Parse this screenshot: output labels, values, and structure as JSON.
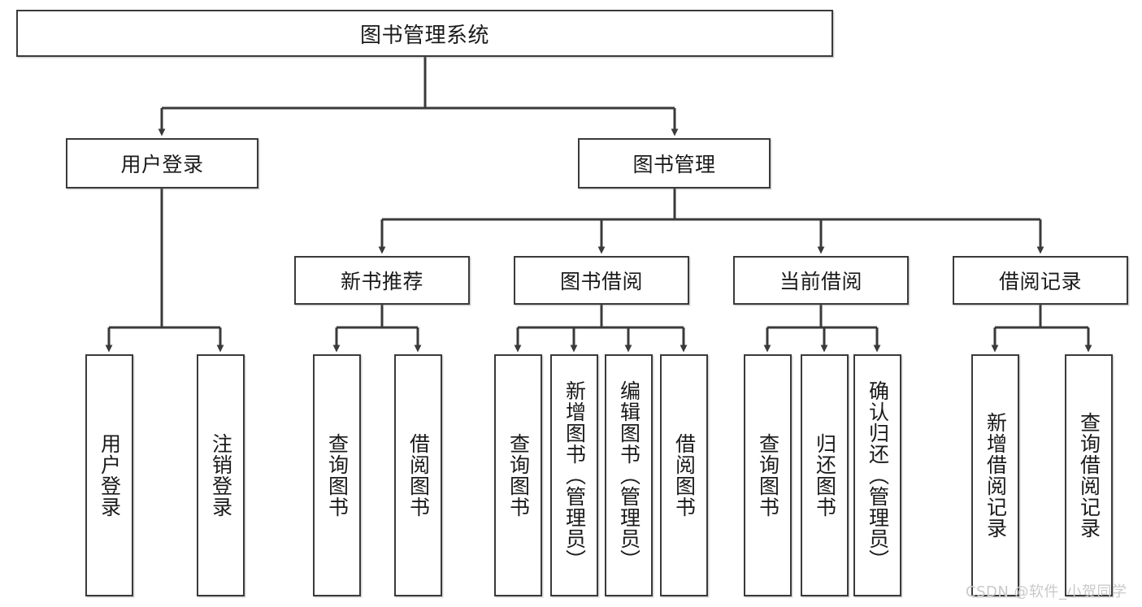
{
  "diagram": {
    "title": "图书管理系统",
    "type": "hierarchy-tree",
    "watermark": "CSDN @软件_小贺同学",
    "colors": {
      "stroke": "#3a3a3a",
      "fill": "#ffffff",
      "text": "#1a1a1a",
      "watermark": "#c9c9c9"
    },
    "levels": {
      "root": {
        "label": "图书管理系统"
      },
      "level2": [
        {
          "label": "用户登录"
        },
        {
          "label": "图书管理"
        }
      ],
      "level3": [
        {
          "label": "新书推荐"
        },
        {
          "label": "图书借阅"
        },
        {
          "label": "当前借阅"
        },
        {
          "label": "借阅记录"
        }
      ],
      "leaves": {
        "user_login": [
          {
            "label": "用户登录"
          },
          {
            "label": "注销登录"
          }
        ],
        "new_book": [
          {
            "label": "查询图书"
          },
          {
            "label": "借阅图书"
          }
        ],
        "book_borrow": [
          {
            "label": "查询图书"
          },
          {
            "label": "新增图书（管理员）"
          },
          {
            "label": "编辑图书（管理员）"
          },
          {
            "label": "借阅图书"
          }
        ],
        "current_borrow": [
          {
            "label": "查询图书"
          },
          {
            "label": "归还图书"
          },
          {
            "label": "确认归还（管理员）"
          }
        ],
        "borrow_record": [
          {
            "label": "新增借阅记录"
          },
          {
            "label": "查询借阅记录"
          }
        ]
      }
    }
  }
}
